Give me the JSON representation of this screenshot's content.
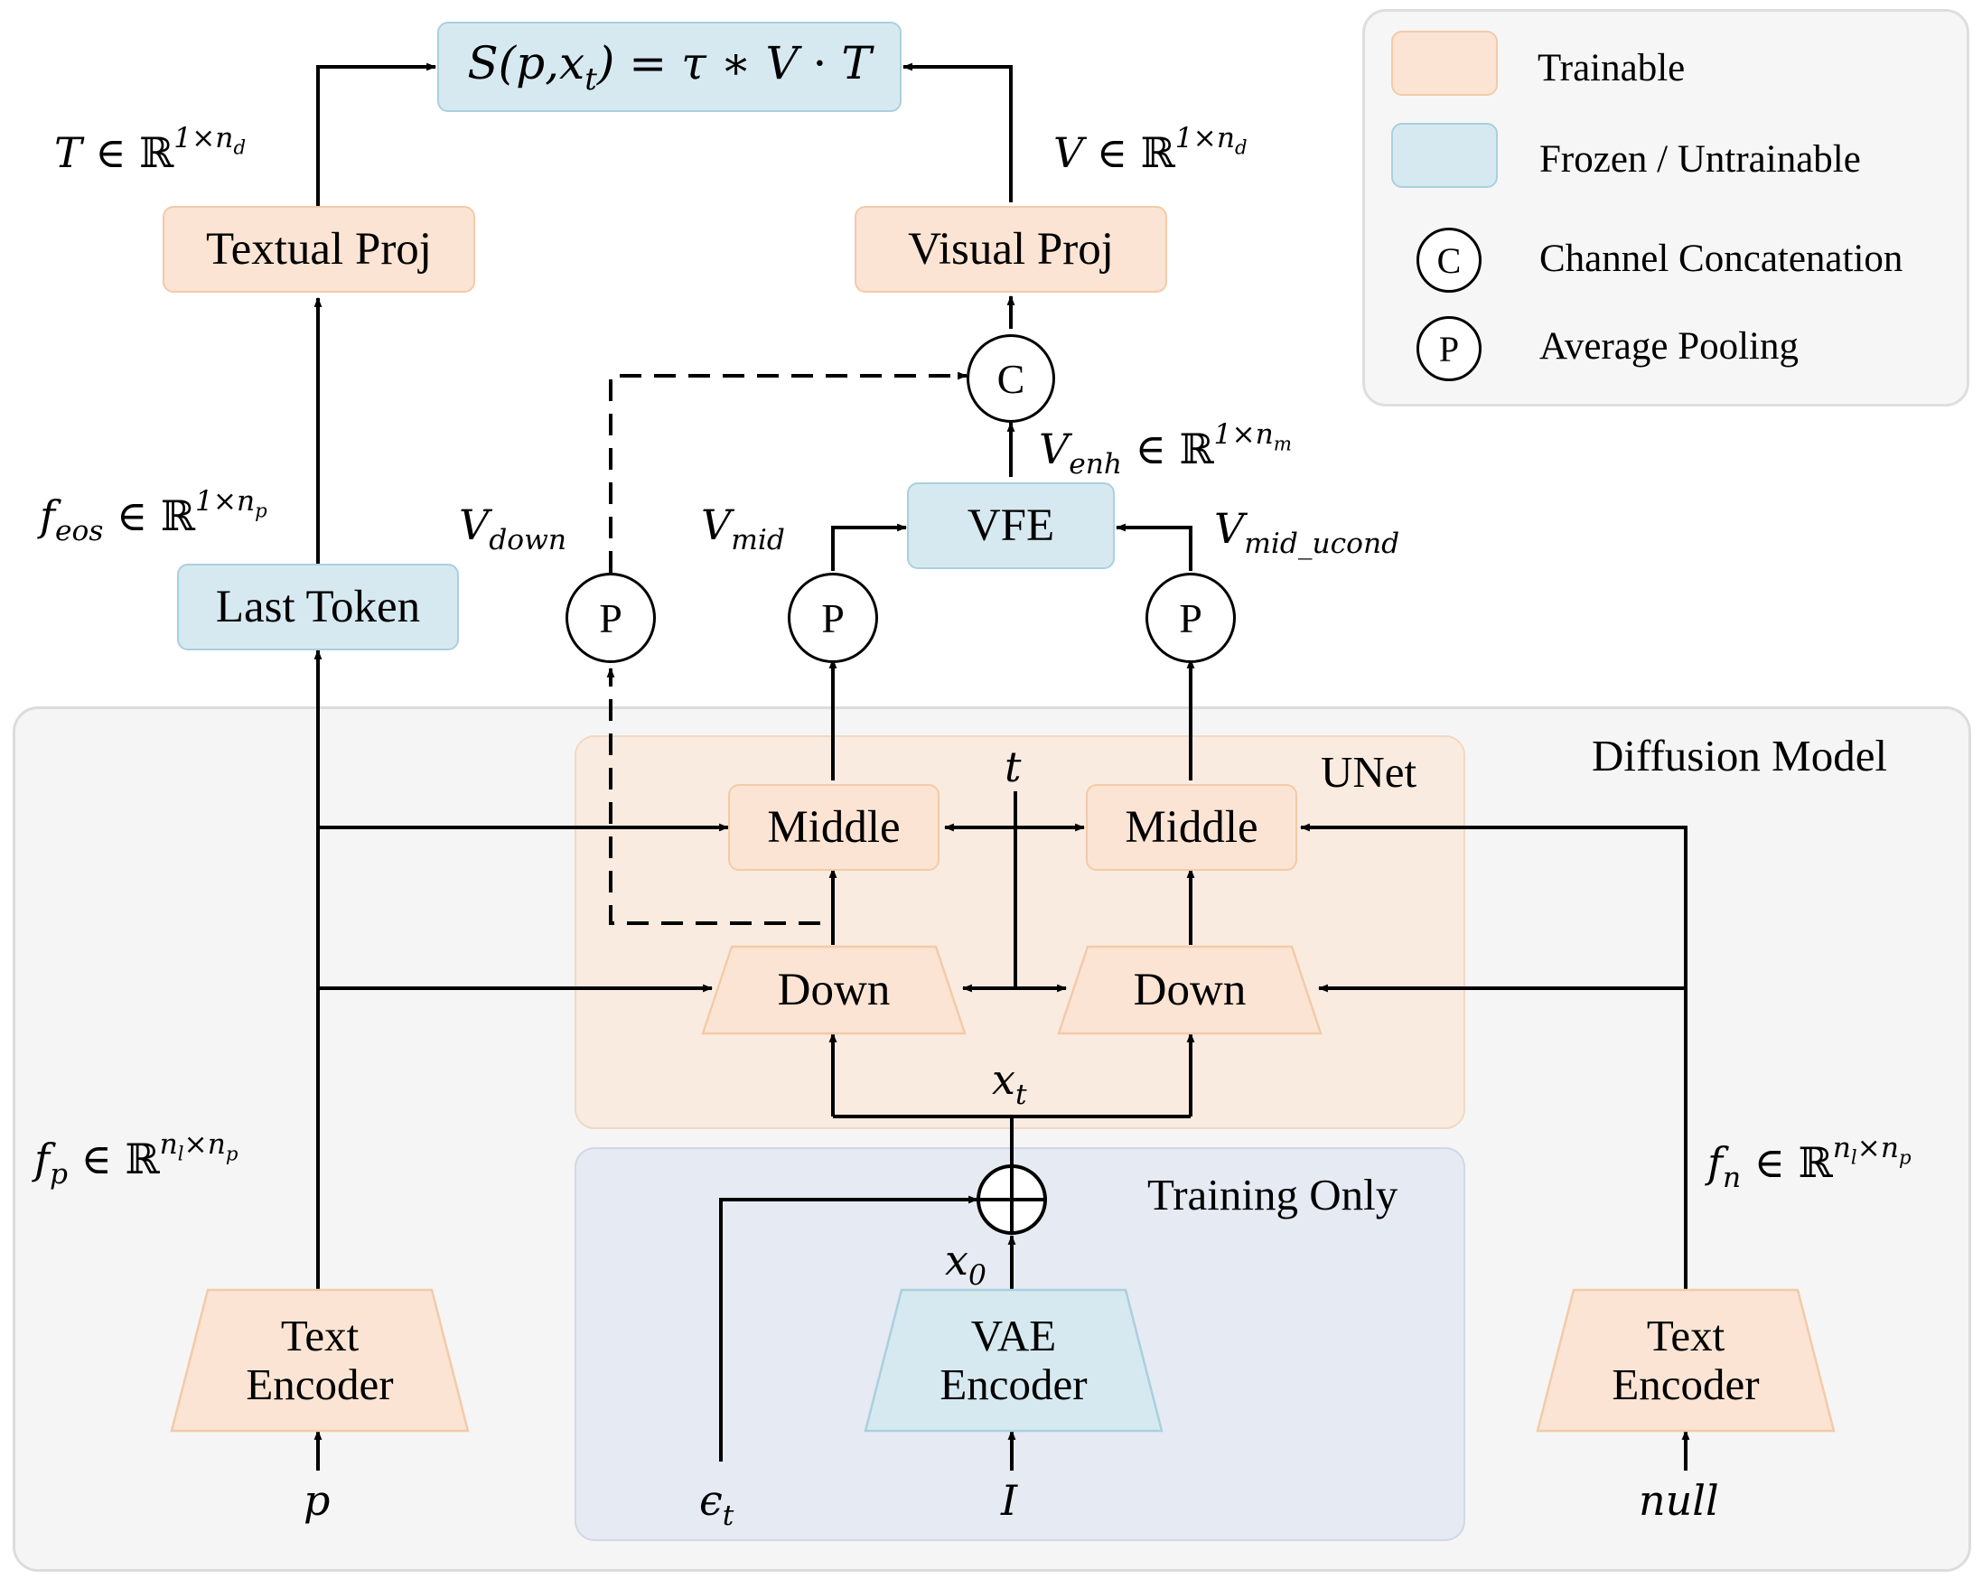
{
  "legend": {
    "trainable": "Trainable",
    "frozen": "Frozen / Untrainable",
    "concat_symbol": "C",
    "concat": "Channel Concatenation",
    "pool_symbol": "P",
    "pool": "Average Pooling",
    "colors": {
      "trainable": "#fbe4d3",
      "frozen": "#d7e9f0"
    }
  },
  "regions": {
    "diffusion": "Diffusion Model",
    "unet": "UNet",
    "training": "Training Only"
  },
  "blocks": {
    "score": "S(p, x_t) = τ ∗ V · T",
    "textual_proj": "Textual Proj",
    "visual_proj": "Visual Proj",
    "last_token": "Last Token",
    "vfe": "VFE",
    "middle_left": "Middle",
    "middle_right": "Middle",
    "down_left": "Down",
    "down_right": "Down",
    "text_encoder_left": [
      "Text",
      "Encoder"
    ],
    "vae_encoder": [
      "VAE",
      "Encoder"
    ],
    "text_encoder_right": [
      "Text",
      "Encoder"
    ],
    "pool_symbol": "P",
    "concat_symbol": "C"
  },
  "labels": {
    "T": "T ∈ ℝ^(1×n_d)",
    "V": "V ∈ ℝ^(1×n_d)",
    "f_eos": "f_eos ∈ ℝ^(1×n_p)",
    "V_enh": "V_enh ∈ ℝ^(1×n_m)",
    "V_down": "V_down",
    "V_mid": "V_mid",
    "V_mid_ucond": "V_mid_ucond",
    "t": "t",
    "x_t": "x_t",
    "x_0": "x_0",
    "f_p": "f_p ∈ ℝ^(n_l×n_p)",
    "f_n": "f_n ∈ ℝ^(n_l×n_p)",
    "p": "p",
    "epsilon": "ϵ_t",
    "I": "I",
    "null": "null"
  }
}
